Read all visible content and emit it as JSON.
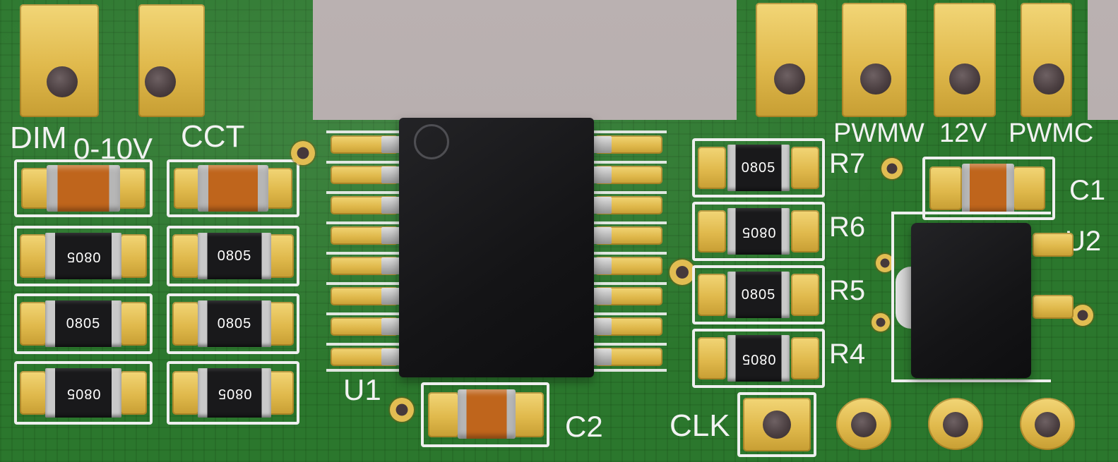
{
  "labels": {
    "dim": "DIM",
    "dim_range": "0-10V",
    "cct": "CCT",
    "u1": "U1",
    "c2": "C2",
    "clk": "CLK",
    "pwmw": "PWMW",
    "v12": "12V",
    "pwmc": "PWMC",
    "r7": "R7",
    "r6": "R6",
    "r5": "R5",
    "r4": "R4",
    "c1": "C1",
    "u2": "U2"
  },
  "markings": {
    "resistor": "0805"
  },
  "colors": {
    "background_gray": "#b6adad",
    "soldermask_green": "#2b772d",
    "pad_gold": "#e2bd52",
    "silkscreen_white": "#efefef",
    "component_black": "#19191b",
    "capacitor_orange": "#bf651c"
  }
}
